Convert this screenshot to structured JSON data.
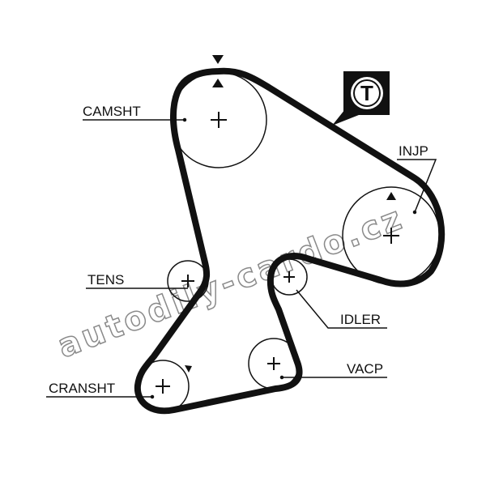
{
  "labels": {
    "camshaft": "CAMSHT",
    "injection_pump": "INJP",
    "tensioner": "TENS",
    "idler": "IDLER",
    "vacuum_pump": "VACP",
    "crankshaft": "CRANSHT"
  },
  "tensioner_badge": "T",
  "watermark": "autodily-cardo.cz",
  "colors": {
    "belt": "#111111",
    "watermark": "#8a8a8a"
  }
}
